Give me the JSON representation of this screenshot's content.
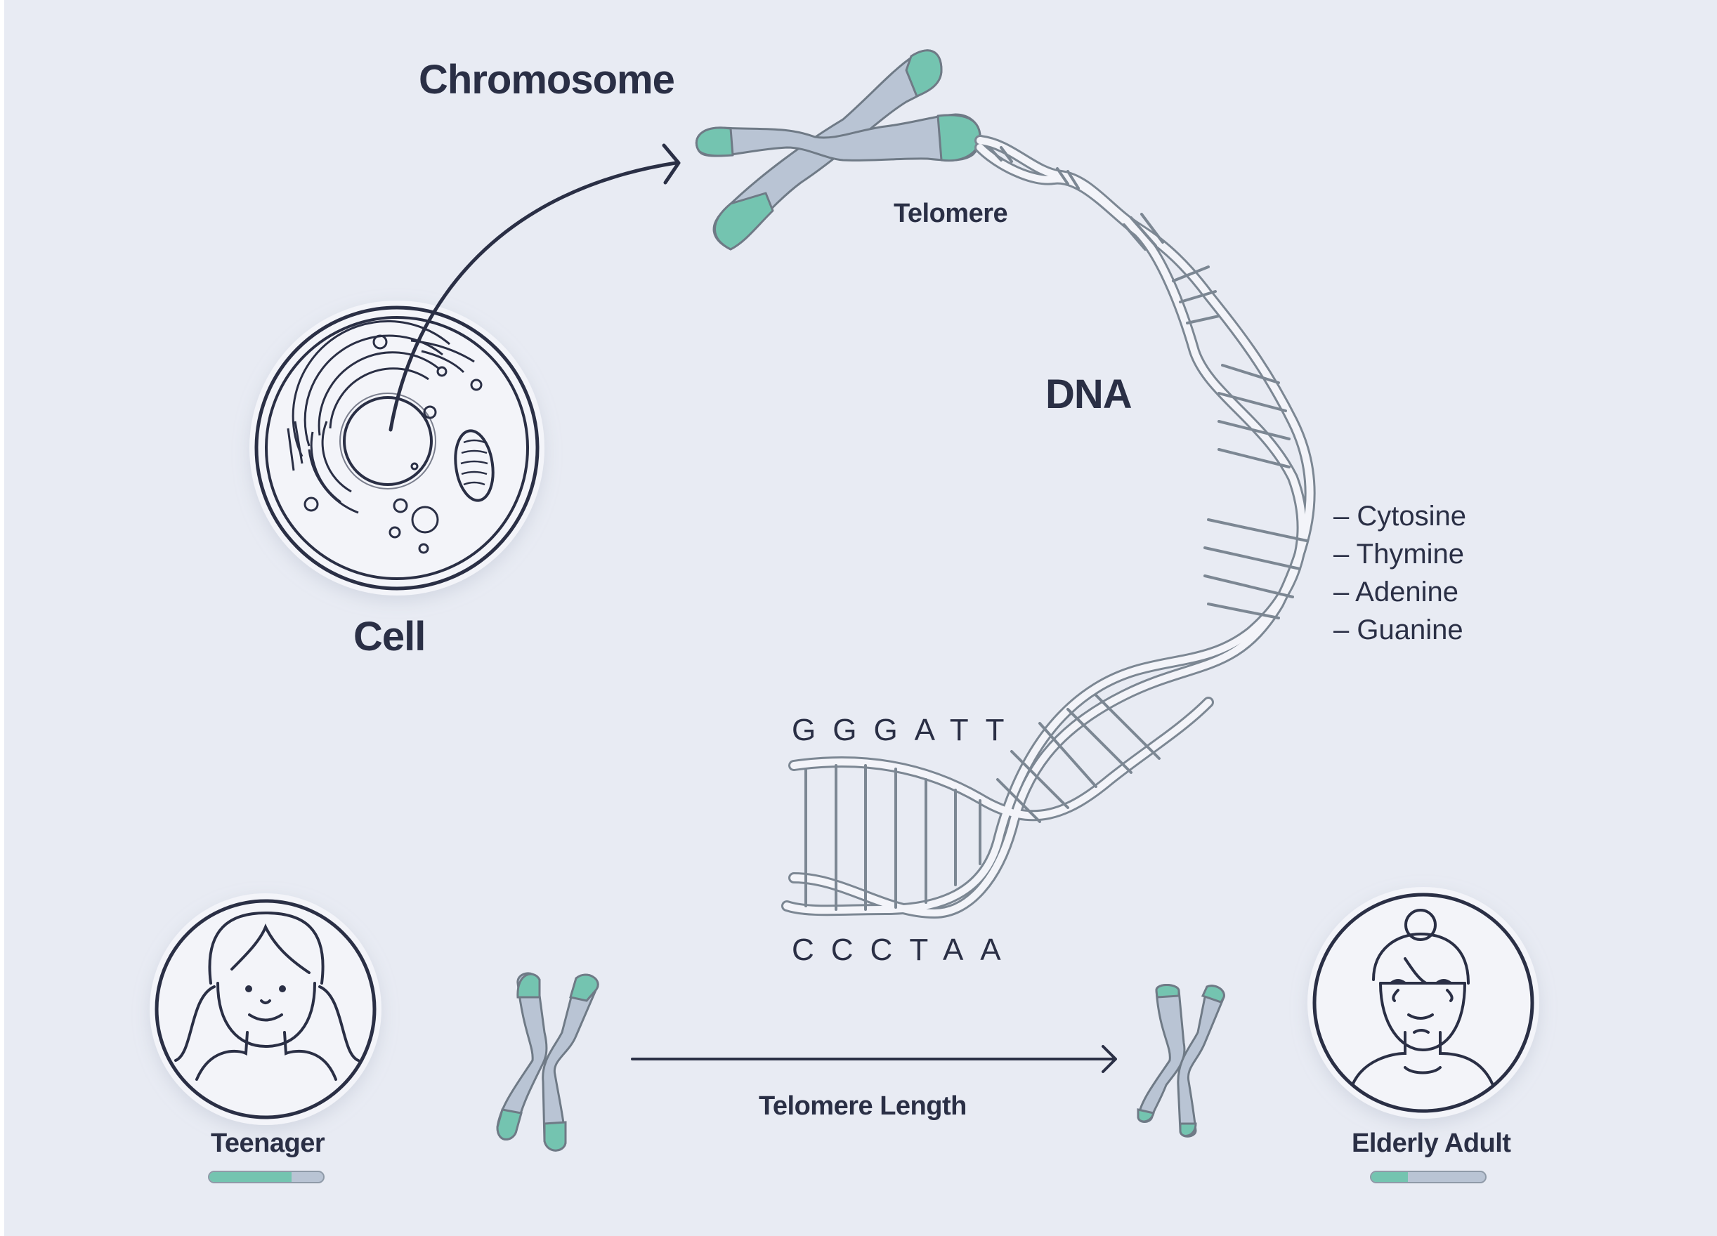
{
  "labels": {
    "chromosome": "Chromosome",
    "telomere": "Telomere",
    "dna": "DNA",
    "cell": "Cell",
    "telomere_length": "Telomere Length",
    "teenager": "Teenager",
    "elderly_adult": "Elderly Adult"
  },
  "bases": [
    "– Cytosine",
    "– Thymine",
    "– Adenine",
    "– Guanine"
  ],
  "sequence": {
    "top": "GGGATT",
    "bottom": "CCCTAA"
  },
  "telomere_bars": {
    "teenager_fraction": 0.72,
    "elderly_fraction": 0.32
  },
  "colors": {
    "background": "#e8ebf3",
    "telomere_green": "#74c4b0",
    "chromosome_gray": "#b9c4d4",
    "outline_gray": "#7c8793",
    "text_dark": "#2a2f45"
  }
}
